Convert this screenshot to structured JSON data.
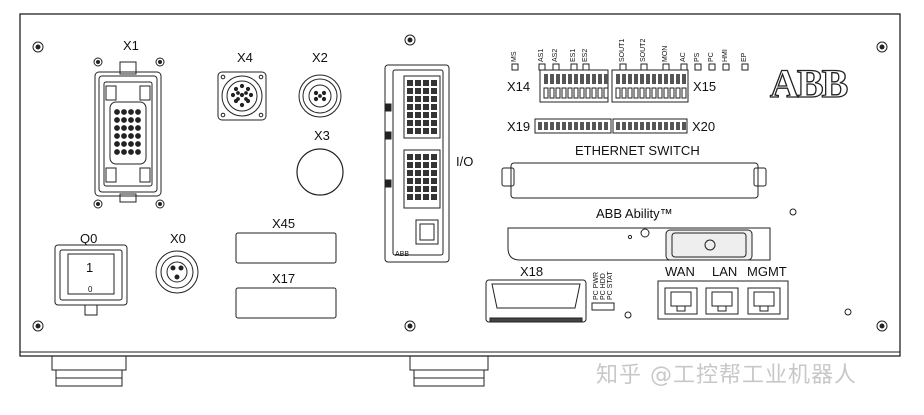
{
  "labels": {
    "x1": "X1",
    "x4": "X4",
    "x2": "X2",
    "x3": "X3",
    "io": "I/O",
    "x14": "X14",
    "x15": "X15",
    "x19": "X19",
    "x20": "X20",
    "ethernet_switch": "ETHERNET SWITCH",
    "abb_ability": "ABB Ability™",
    "x45": "X45",
    "x17": "X17",
    "x18": "X18",
    "q0": "Q0",
    "x0": "X0",
    "q0_on": "1",
    "q0_off": "0",
    "wan": "WAN",
    "lan": "LAN",
    "mgmt": "MGMT",
    "logo": "ABB",
    "io_brand": "ABB"
  },
  "top_terminal_labels": [
    "MS",
    "AS1",
    "AS2",
    "ES1",
    "ES2",
    "SOUT1",
    "SOUT2",
    "MON",
    "AC",
    "PS",
    "PC",
    "HMI",
    "EP"
  ],
  "pc_leds": [
    "PC PWR",
    "PC HDD",
    "PC STAT"
  ],
  "watermark": "知乎 @工控帮工业机器人"
}
